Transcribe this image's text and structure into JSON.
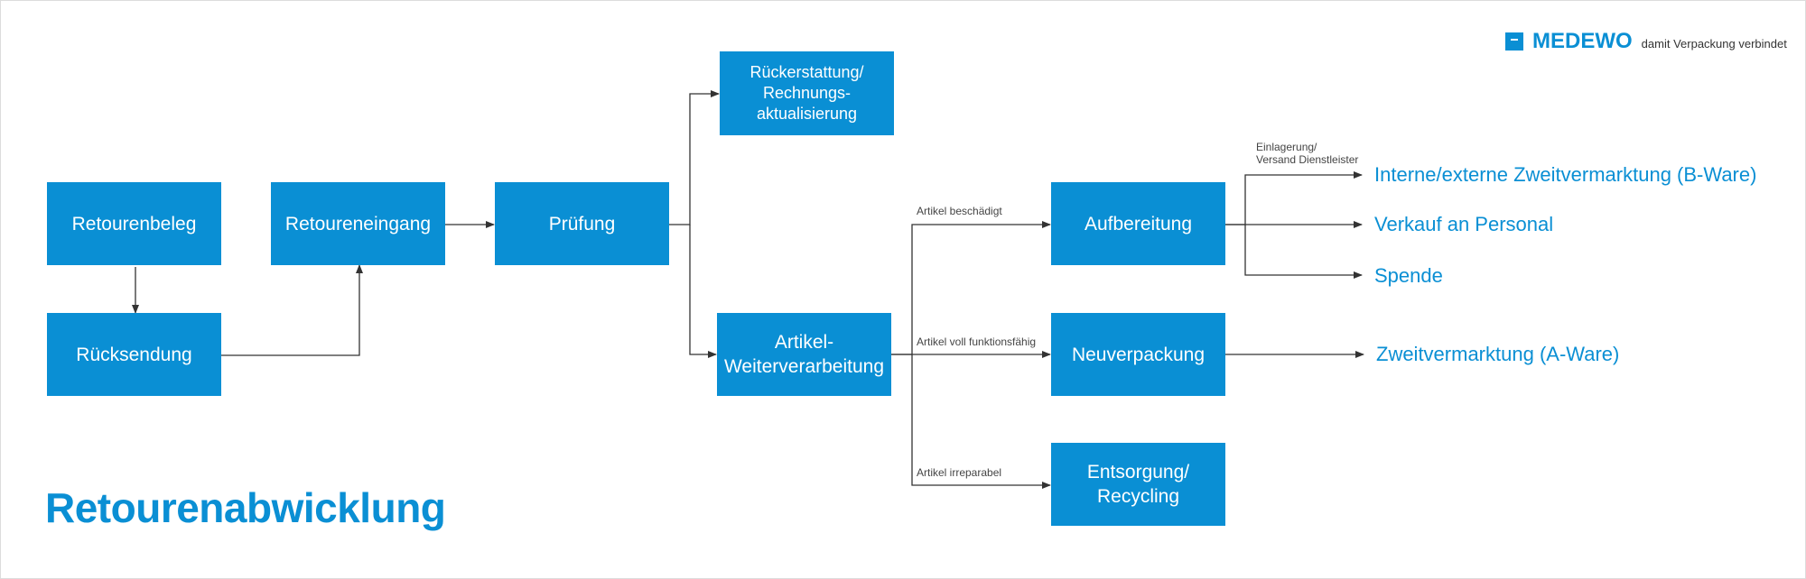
{
  "title": "Retourenabwicklung",
  "brand": {
    "name": "MEDEWO",
    "tagline": "damit Verpackung verbindet"
  },
  "colors": {
    "accent": "#0a8fd4",
    "line": "#333333"
  },
  "nodes": {
    "retourenbeleg": "Retourenbeleg",
    "ruecksendung": "Rücksendung",
    "retoureneingang": "Retoureneingang",
    "pruefung": "Prüfung",
    "rueckerstattung": "Rückerstattung/\nRechnungs-\naktualisierung",
    "weiterverarbeitung": "Artikel-\nWeiterverarbeitung",
    "aufbereitung": "Aufbereitung",
    "neuverpackung": "Neuverpackung",
    "entsorgung": "Entsorgung/\nRecycling"
  },
  "edge_labels": {
    "beschaedigt": "Artikel beschädigt",
    "funktionsfaehig": "Artikel voll funktionsfähig",
    "irreparabel": "Artikel irreparabel",
    "einlagerung": "Einlagerung/\nVersand Dienstleister"
  },
  "outcomes": {
    "zweitvermarktung_b": "Interne/externe Zweitvermarktung (B-Ware)",
    "personal": "Verkauf an Personal",
    "spende": "Spende",
    "zweitvermarktung_a": "Zweitvermarktung (A-Ware)"
  }
}
